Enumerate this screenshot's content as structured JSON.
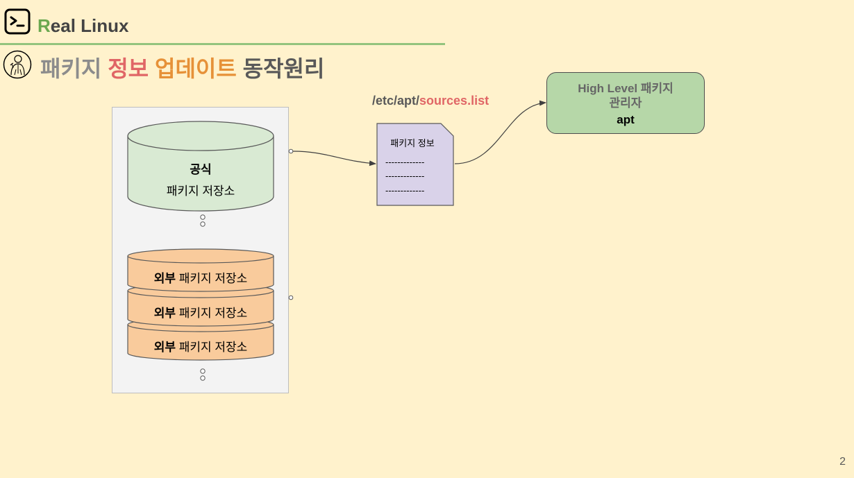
{
  "header": {
    "brand_initial": "R",
    "brand_rest": "eal Linux",
    "title_part1": "패키지",
    "title_part2": "정보",
    "title_part3": "업데이트",
    "title_part4": "동작원리"
  },
  "repository_panel": {
    "official_bold": "공식",
    "official_label": "패키지 저장소",
    "external_bold": "외부",
    "external_label": " 패키지 저장소"
  },
  "sources_file": {
    "path_prefix": "/etc/apt/",
    "path_highlight": "sources.list",
    "doc_title": "패키지 정보",
    "doc_line": "-------------"
  },
  "manager": {
    "line1": "High Level 패키지",
    "line2": "관리자",
    "line3": "apt"
  },
  "footer": {
    "page_number": "2"
  },
  "colors": {
    "background": "#fff2cc",
    "official_repo": "#d9ead3",
    "external_repo": "#f9cb9c",
    "document": "#d9d2e9",
    "manager": "#b6d7a8",
    "accent_red": "#e06666",
    "accent_orange": "#e69138",
    "accent_green": "#6aa84f"
  }
}
